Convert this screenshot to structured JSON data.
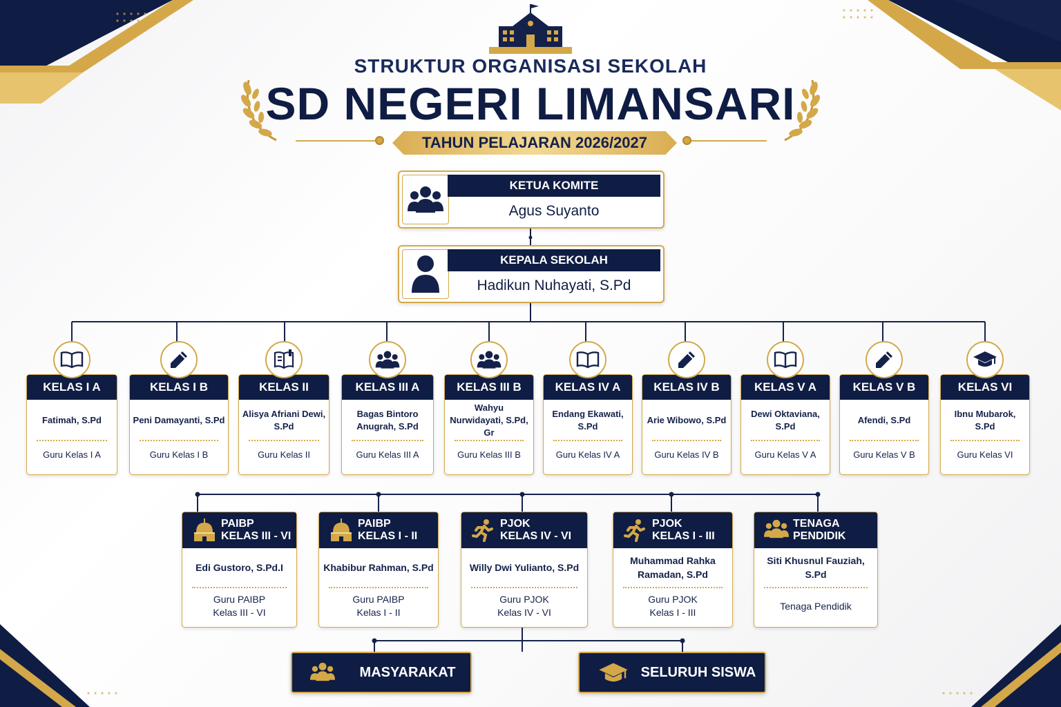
{
  "header": {
    "subtitle": "STRUKTUR ORGANISASI SEKOLAH",
    "school_name": "SD NEGERI LIMANSARI",
    "academic_year": "TAHUN PELAJARAN 2026/2027"
  },
  "committee": {
    "role": "KETUA KOMITE",
    "name": "Agus Suyanto",
    "icon": "group-icon"
  },
  "principal": {
    "role": "KEPALA SEKOLAH",
    "name": "Hadikun Nuhayati, S.Pd",
    "icon": "person-icon"
  },
  "classes": [
    {
      "title": "KELAS I A",
      "name": "Fatimah, S.Pd",
      "role": "Guru Kelas I A",
      "icon": "book-icon"
    },
    {
      "title": "KELAS I B",
      "name": "Peni Damayanti, S.Pd",
      "role": "Guru Kelas I B",
      "icon": "pencil-icon"
    },
    {
      "title": "KELAS II",
      "name": "Alisya Afriani Dewi, S.Pd",
      "role": "Guru Kelas II",
      "icon": "notebook-icon"
    },
    {
      "title": "KELAS III A",
      "name": "Bagas Bintoro Anugrah, S.Pd",
      "role": "Guru Kelas III A",
      "icon": "group-icon"
    },
    {
      "title": "KELAS III B",
      "name": "Wahyu Nurwidayati, S.Pd, Gr",
      "role": "Guru Kelas III B",
      "icon": "group-icon"
    },
    {
      "title": "KELAS IV A",
      "name": "Endang Ekawati, S.Pd",
      "role": "Guru Kelas IV A",
      "icon": "book-icon"
    },
    {
      "title": "KELAS IV B",
      "name": "Arie Wibowo, S.Pd",
      "role": "Guru Kelas IV B",
      "icon": "pencil-icon"
    },
    {
      "title": "KELAS V A",
      "name": "Dewi Oktaviana, S.Pd",
      "role": "Guru Kelas V A",
      "icon": "book-icon"
    },
    {
      "title": "KELAS V B",
      "name": "Afendi, S.Pd",
      "role": "Guru Kelas V B",
      "icon": "pencil-icon"
    },
    {
      "title": "KELAS VI",
      "name": "Ibnu Mubarok, S.Pd",
      "role": "Guru Kelas VI",
      "icon": "graduation-cap-icon"
    }
  ],
  "subjects": [
    {
      "title": "PAIBP\nKELAS III - VI",
      "name": "Edi Gustoro, S.Pd.I",
      "role": "Guru PAIBP\nKelas III - VI",
      "icon": "mosque-icon"
    },
    {
      "title": "PAIBP\nKELAS I - II",
      "name": "Khabibur Rahman, S.Pd",
      "role": "Guru PAIBP\nKelas I - II",
      "icon": "mosque-icon"
    },
    {
      "title": "PJOK\nKELAS IV - VI",
      "name": "Willy Dwi Yulianto, S.Pd",
      "role": "Guru PJOK\nKelas IV - VI",
      "icon": "runner-icon"
    },
    {
      "title": "PJOK\nKELAS I - III",
      "name": "Muhammad Rahka Ramadan, S.Pd",
      "role": "Guru PJOK\nKelas I - III",
      "icon": "runner-icon"
    },
    {
      "title": "TENAGA\nPENDIDIK",
      "name": "Siti Khusnul Fauziah, S.Pd",
      "role": "Tenaga Pendidik",
      "icon": "group-icon"
    }
  ],
  "bottom": [
    {
      "label": "MASYARAKAT",
      "icon": "group-icon"
    },
    {
      "label": "SELURUH SISWA",
      "icon": "graduation-cap-icon"
    }
  ],
  "colors": {
    "navy": "#0f1d44",
    "gold": "#d4a849"
  }
}
